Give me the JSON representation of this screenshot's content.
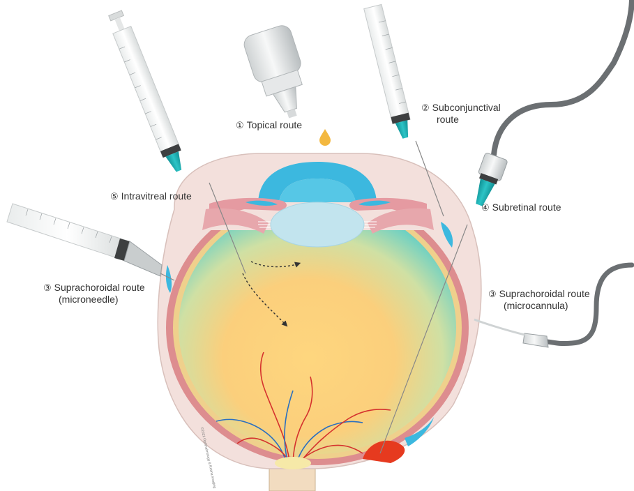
{
  "labels": {
    "topical": {
      "num": "①",
      "text": "Topical route"
    },
    "subconjunctival": {
      "num": "②",
      "line1": "Subconjunctival",
      "line2": "route"
    },
    "intravitreal": {
      "num": "⑤",
      "text": "Intravitreal route"
    },
    "subretinal": {
      "num": "④",
      "text": "Subretinal route"
    },
    "suprachoroidal_needle": {
      "num": "③",
      "line1": "Suprachoroidal route",
      "line2": "(microneedle)"
    },
    "suprachoroidal_cannula": {
      "num": "③",
      "line1": "Suprachoroidal route",
      "line2": "(microcannula)"
    }
  },
  "watermark": "©2021 Ophthalmology & Retina Imaging",
  "colors": {
    "sclera": "#f1ddd9",
    "choroid": "#dc8a8c",
    "retina": "#eecf8a",
    "vitreous_center": "#fdd27a",
    "vitreous_edge": "#6fd0c4",
    "cornea": "#3fb9e0",
    "lens": "#bfe3ee",
    "iris": "#e39aa0",
    "vessel_red": "#d5322e",
    "vessel_blue": "#2a6fc0",
    "needle_hub": "#18a8a8",
    "tube": "#6b6f72"
  }
}
